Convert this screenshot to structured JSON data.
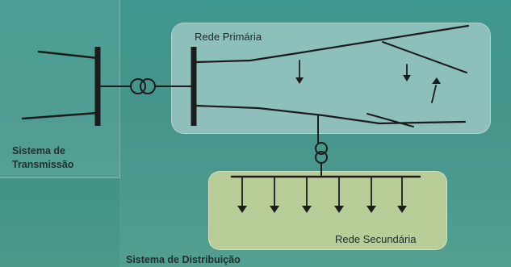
{
  "labels": {
    "primary_network": "Rede Primária",
    "secondary_network": "Rede Secundária",
    "transmission_line1": "Sistema de",
    "transmission_line2": "Transmissão",
    "distribution": "Sistema de Distribuição"
  },
  "colors": {
    "background": "#3a8e84",
    "primary_box": "#9ec9c6",
    "secondary_box": "#c8d49a",
    "line": "#1c1c1c"
  },
  "icons": {
    "transformer_main": "transformer-horizontal",
    "transformer_secondary": "transformer-vertical",
    "load": "arrow-down"
  }
}
